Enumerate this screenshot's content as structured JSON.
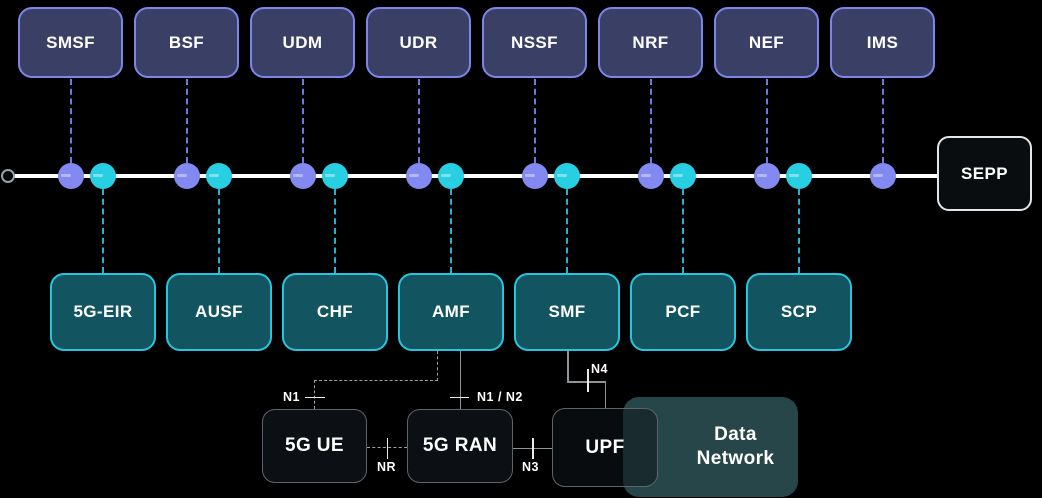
{
  "top_row": [
    "SMSF",
    "BSF",
    "UDM",
    "UDR",
    "NSSF",
    "NRF",
    "NEF",
    "IMS"
  ],
  "core_row": [
    "5G-EIR",
    "AUSF",
    "CHF",
    "AMF",
    "SMF",
    "PCF",
    "SCP"
  ],
  "sepp": {
    "label": "SEPP"
  },
  "access_network": {
    "ue": "5G UE",
    "ran": "5G RAN",
    "upf": "UPF",
    "data_network": [
      "Data",
      "Network"
    ]
  },
  "interfaces": {
    "n1": "N1",
    "n1_n2": "N1 / N2",
    "n4": "N4",
    "nr": "NR",
    "n3": "N3"
  },
  "colors": {
    "background": "#000000",
    "nf_box_fill": "#3a4065",
    "nf_box_border": "#7b85ea",
    "nf_dot": "#8289f0",
    "core_box_fill": "#12545f",
    "core_box_border": "#29c5de",
    "core_dot": "#28cfe3",
    "bus_line": "#ffffff",
    "sepp_fill": "#0a0d0f",
    "sepp_border": "#e2e6e9",
    "access_box_fill": "#0c1014",
    "access_box_border": "#5d656c",
    "data_network_fill": "#264649",
    "connector_line": "#8f9498",
    "label_text": "#ffffff"
  }
}
